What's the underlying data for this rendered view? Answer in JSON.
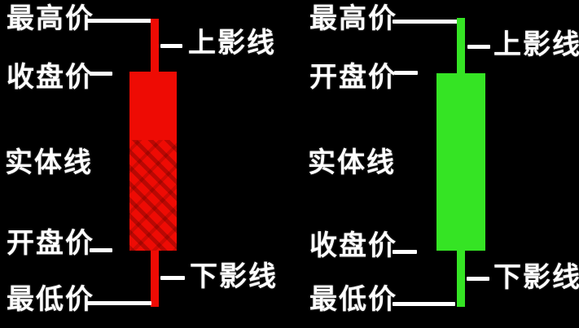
{
  "background": "#000000",
  "colors": {
    "red_body": "#ee0b04",
    "green_body": "#35e424",
    "label_text": "#ffffff",
    "connector": "#ffffff"
  },
  "candles": [
    {
      "name": "red-candle",
      "labels": {
        "high": "最高价",
        "upper_shadow": "上影线",
        "body_top": "收盘价",
        "body": "实体线",
        "body_bottom": "开盘价",
        "lower_shadow": "下影线",
        "low": "最低价"
      }
    },
    {
      "name": "green-candle",
      "labels": {
        "high": "最高价",
        "upper_shadow": "上影线",
        "body_top": "开盘价",
        "body": "实体线",
        "body_bottom": "收盘价",
        "lower_shadow": "下影线",
        "low": "最低价"
      }
    }
  ]
}
